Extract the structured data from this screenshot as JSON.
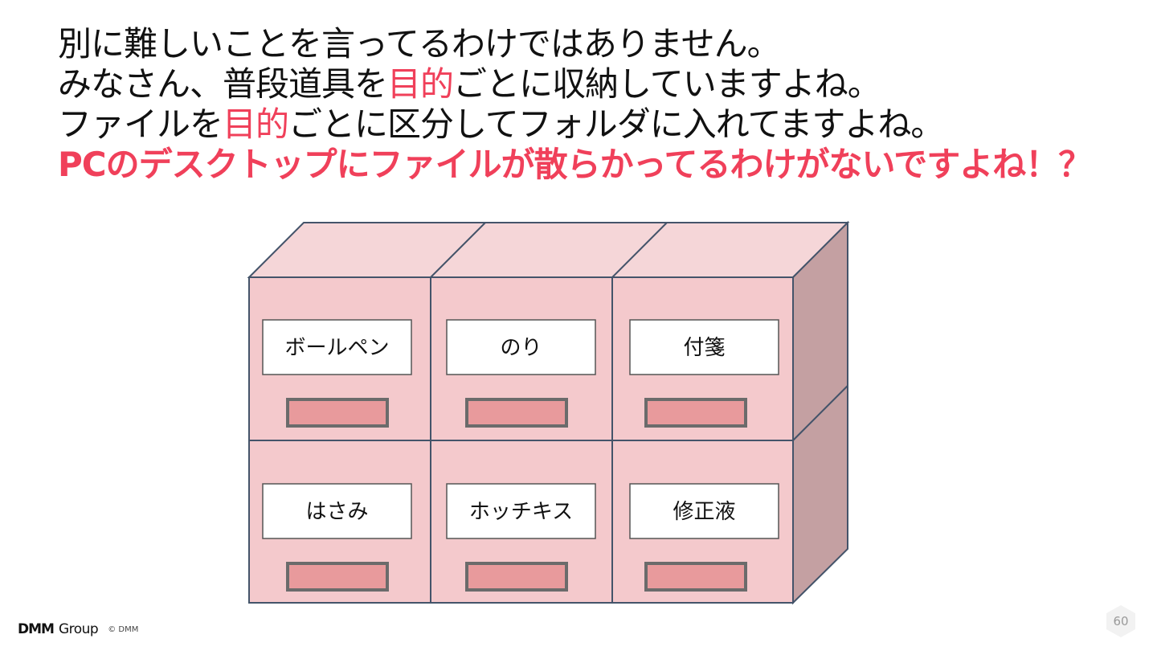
{
  "headline": {
    "line1": "別に難しいことを言ってるわけではありません。",
    "line2_pre": "みなさん、普段道具を",
    "line2_accent": "目的",
    "line2_post": "ごとに収納していますよね。",
    "line3_pre": "ファイルを",
    "line3_accent": "目的",
    "line3_post": "ごとに区分してフォルダに入れてますよね。",
    "line4": "PCのデスクトップにファイルが散らかってるわけがないですよね！？"
  },
  "cabinet": {
    "drawers": [
      {
        "label": "ボールペン"
      },
      {
        "label": "のり"
      },
      {
        "label": "付箋"
      },
      {
        "label": "はさみ"
      },
      {
        "label": "ホッチキス"
      },
      {
        "label": "修正液"
      }
    ]
  },
  "footer": {
    "logo_dmm": "DMM",
    "logo_group": "Group",
    "copyright": "© DMM",
    "page_number": "60"
  },
  "colors": {
    "accent": "#f0405a",
    "drawer_face": "#f4c9cc",
    "cabinet_top": "#f5d6d8",
    "cabinet_side": "#c4a0a2",
    "handle": "#e89a9c",
    "outline": "#44546a"
  }
}
